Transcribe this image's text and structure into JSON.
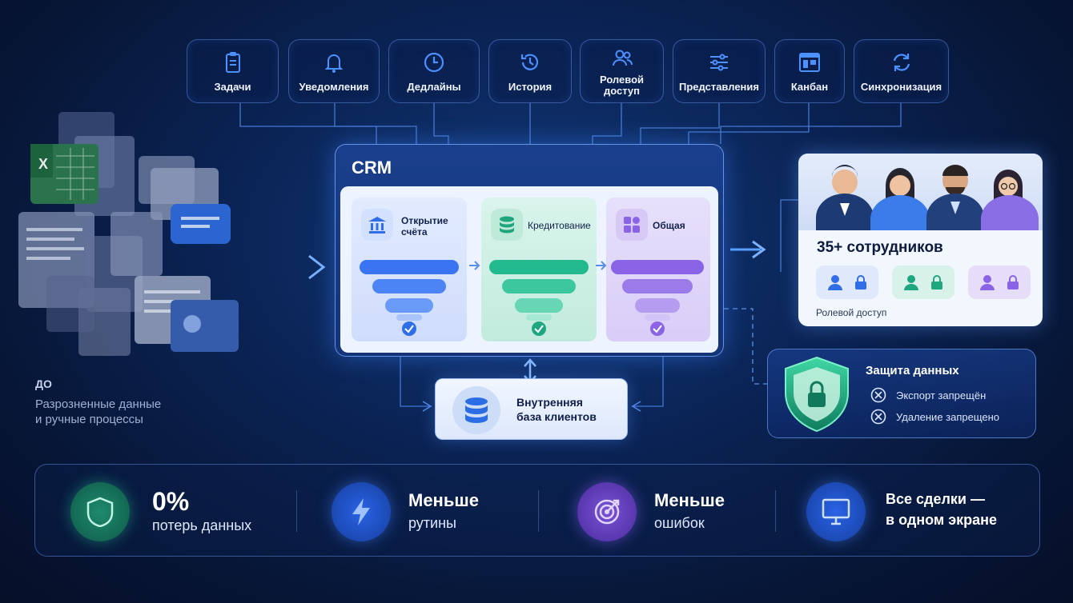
{
  "features": [
    {
      "label": "Задачи",
      "icon": "clipboard-icon"
    },
    {
      "label": "Уведомления",
      "icon": "bell-icon"
    },
    {
      "label": "Дедлайны",
      "icon": "clock-icon"
    },
    {
      "label": "История",
      "icon": "history-icon"
    },
    {
      "label": "Ролевой\nдоступ",
      "icon": "users-icon"
    },
    {
      "label": "Представления",
      "icon": "sliders-icon"
    },
    {
      "label": "Канбан",
      "icon": "kanban-icon"
    },
    {
      "label": "Синхронизация",
      "icon": "sync-icon"
    }
  ],
  "crm": {
    "title": "CRM",
    "funnels": [
      {
        "label": "Открытие\nсчёта",
        "icon": "bank-icon",
        "color": "#3b74f0"
      },
      {
        "label": "Кредитование",
        "icon": "coins-icon",
        "color": "#22b98f"
      },
      {
        "label": "Общая",
        "icon": "grid-icon",
        "color": "#8a63e6"
      }
    ]
  },
  "database": {
    "label": "Внутренняя\nбаза клиентов"
  },
  "team": {
    "count": "35+ сотрудников",
    "subtitle": "Ролевой доступ"
  },
  "protection": {
    "title": "Защита данных",
    "rules": [
      "Экспорт запрещён",
      "Удаление запрещено"
    ]
  },
  "before": {
    "label": "ДО",
    "description": "Разрозненные данные\nи ручные процессы"
  },
  "metrics": [
    {
      "big": "0%",
      "small": "потерь данных",
      "icon": "shield-icon",
      "color": "#1f8a6e"
    },
    {
      "big": "Меньше",
      "small": "рутины",
      "icon": "lightning-icon",
      "color": "#1d4fc4"
    },
    {
      "big": "Меньше",
      "small": "ошибок",
      "icon": "target-icon",
      "color": "#6a42c8"
    },
    {
      "big": "Все сделки —\nв одном экране",
      "small": "",
      "icon": "monitor-icon",
      "color": "#1d4fc4"
    }
  ],
  "colors": {
    "accent": "#3b82ff",
    "green": "#22b98f",
    "purple": "#8a63e6"
  }
}
